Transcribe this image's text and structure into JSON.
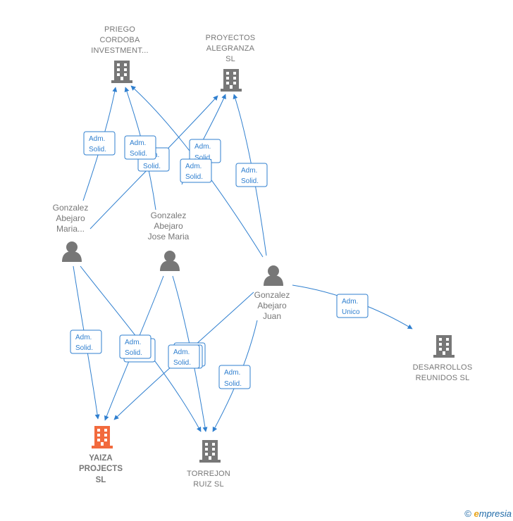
{
  "nodes": {
    "priego": {
      "lines": [
        "PRIEGO",
        "CORDOBA",
        "INVESTMENT..."
      ],
      "kind": "company"
    },
    "proyectos": {
      "lines": [
        "PROYECTOS",
        "ALEGRANZA",
        "SL"
      ],
      "kind": "company"
    },
    "maria_trunc": {
      "lines": [
        "Gonzalez",
        "Abejaro",
        "Maria..."
      ],
      "kind": "person"
    },
    "jose_maria": {
      "lines": [
        "Gonzalez",
        "Abejaro",
        "Jose Maria"
      ],
      "kind": "person"
    },
    "juan": {
      "lines": [
        "Gonzalez",
        "Abejaro",
        "Juan"
      ],
      "kind": "person"
    },
    "desarrollos": {
      "lines": [
        "DESARROLLOS",
        "REUNIDOS SL"
      ],
      "kind": "company"
    },
    "yaiza": {
      "lines": [
        "YAIZA",
        "PROJECTS",
        "SL"
      ],
      "kind": "company-focus"
    },
    "torrejon": {
      "lines": [
        "TORREJON",
        "RUIZ SL"
      ],
      "kind": "company"
    }
  },
  "edge_labels": {
    "adm_solid": [
      "Adm.",
      "Solid."
    ],
    "adm_unico": [
      "Adm.",
      "Unico"
    ]
  },
  "colors": {
    "edge": "#2f7fcf",
    "company_icon": "#777777",
    "focus_icon": "#f26a3d",
    "person_icon": "#777777",
    "label_box_border": "#2f7fcf",
    "label_box_fill": "#ffffff"
  },
  "footer": {
    "copyright": "©",
    "brand_initial": "e",
    "brand_rest": "mpresia"
  }
}
